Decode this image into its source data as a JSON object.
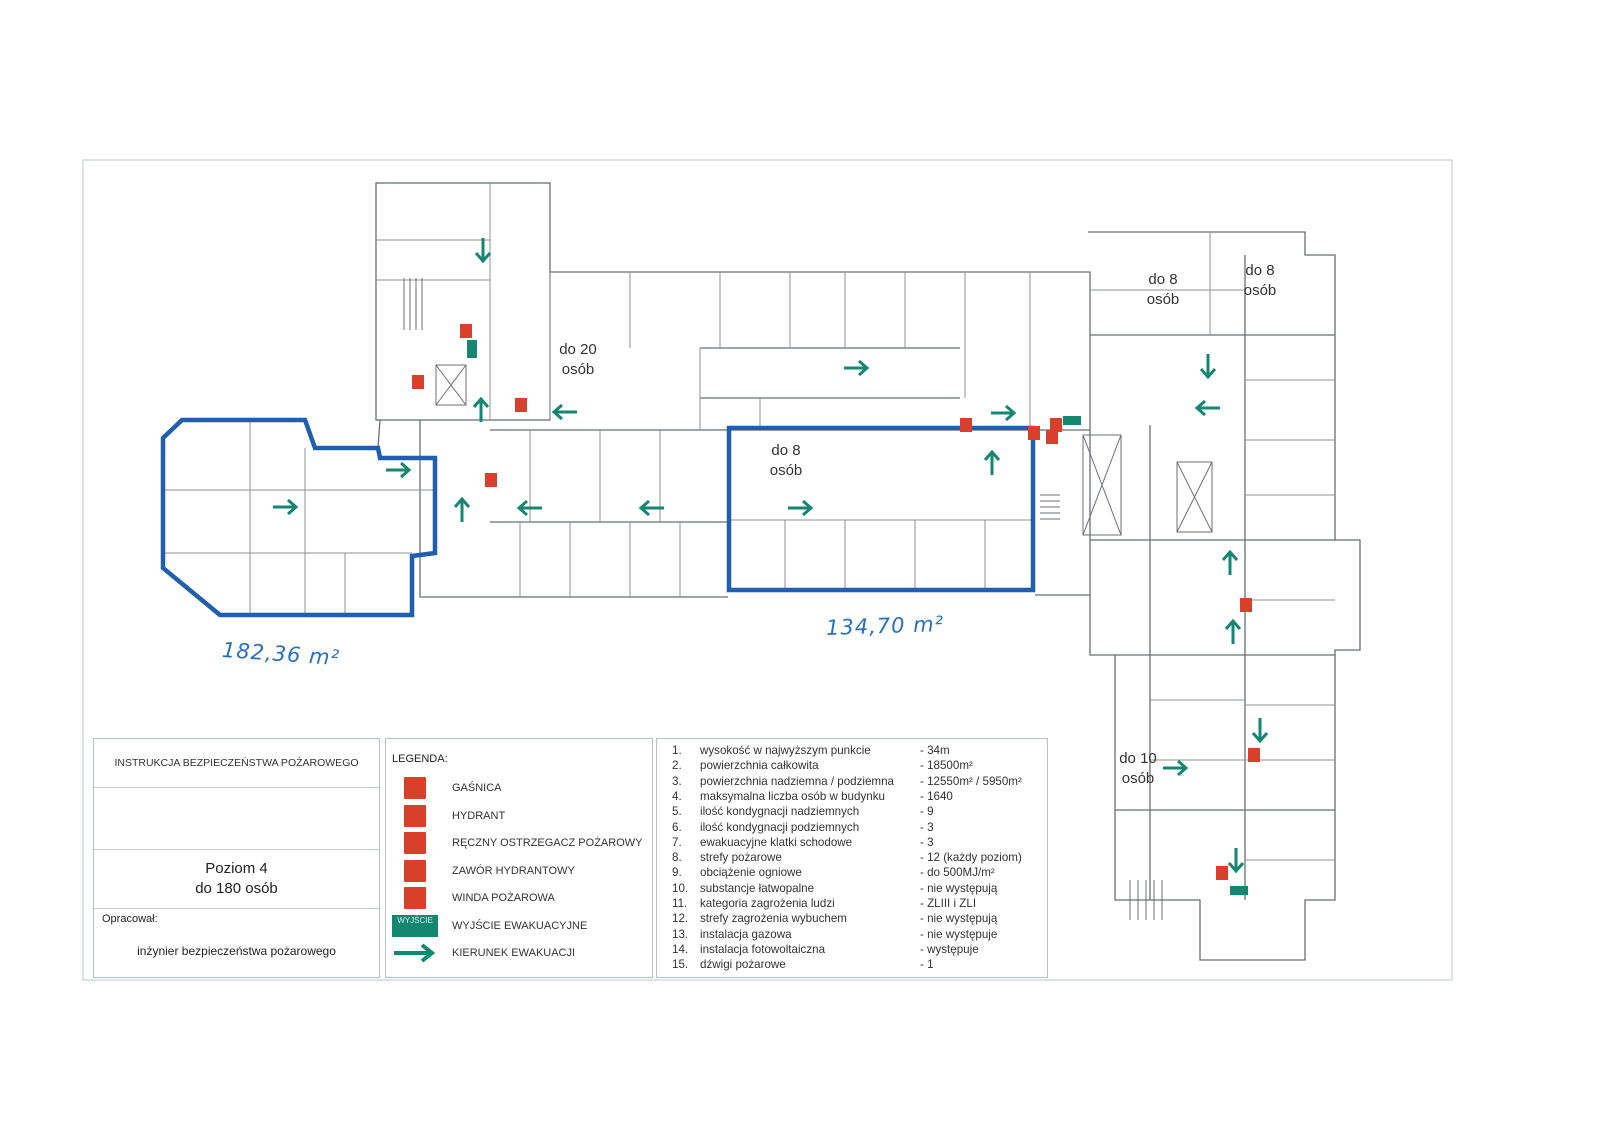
{
  "plan": {
    "zone_labels": {
      "z20": "do 20\nosób",
      "z8_top_left": "do 8\nosób",
      "z8_top_right": "do 8\nosób",
      "z8_center": "do 8\nosób",
      "z10": "do 10\nosób"
    },
    "areas": {
      "left_area": "182,36 m²",
      "center_area": "134,70 m²"
    },
    "colors": {
      "highlight": "#1f5fae",
      "arrow": "#15866f",
      "fire_equipment": "#d8402c",
      "area_text": "#2a6fc0"
    }
  },
  "title_block": {
    "heading": "INSTRUKCJA BEZPIECZEŃSTWA POŻAROWEGO",
    "level": "Poziom 4",
    "capacity": "do 180 osób",
    "prepared_label": "Opracował:",
    "prepared_by": "inżynier bezpieczeństwa pożarowego"
  },
  "legend": {
    "title": "LEGENDA:",
    "items": [
      {
        "icon": "fire-extinguisher-icon",
        "label": "GAŚNICA"
      },
      {
        "icon": "hydrant-icon",
        "label": "HYDRANT"
      },
      {
        "icon": "manual-call-point-icon",
        "label": "RĘCZNY OSTRZEGACZ POŻAROWY"
      },
      {
        "icon": "hydrant-valve-icon",
        "label": "ZAWÓR HYDRANTOWY"
      },
      {
        "icon": "fire-lift-icon",
        "label": "WINDA POŻAROWA"
      },
      {
        "icon": "exit-sign-icon",
        "label": "WYJŚCIE EWAKUACYJNE",
        "sign_text": "WYJŚCIE"
      },
      {
        "icon": "arrow-icon",
        "label": "KIERUNEK EWAKUACJI"
      }
    ]
  },
  "facts": [
    {
      "n": "1.",
      "name": "wysokość w najwyższym punkcie",
      "value": "- 34m"
    },
    {
      "n": "2.",
      "name": "powierzchnia całkowita",
      "value": "- 18500m²"
    },
    {
      "n": "3.",
      "name": "powierzchnia nadziemna / podziemna",
      "value": "- 12550m² / 5950m²"
    },
    {
      "n": "4.",
      "name": "maksymalna liczba osób w budynku",
      "value": "- 1640"
    },
    {
      "n": "5.",
      "name": "ilość kondygnacji nadziemnych",
      "value": "- 9"
    },
    {
      "n": "6.",
      "name": "ilość kondygnacji podziemnych",
      "value": "- 3"
    },
    {
      "n": "7.",
      "name": "ewakuacyjne klatki schodowe",
      "value": "- 3"
    },
    {
      "n": "8.",
      "name": "strefy pożarowe",
      "value": "- 12 (każdy poziom)"
    },
    {
      "n": "9.",
      "name": "obciążenie ogniowe",
      "value": "- do 500MJ/m²"
    },
    {
      "n": "10.",
      "name": "substancje łatwopalne",
      "value": "- nie występują"
    },
    {
      "n": "11.",
      "name": "kategoria zagrożenia ludzi",
      "value": "- ZLIII i ZLI"
    },
    {
      "n": "12.",
      "name": "strefy zagrożenia wybuchem",
      "value": "- nie występują"
    },
    {
      "n": "13.",
      "name": "instalacja gazowa",
      "value": "- nie występuje"
    },
    {
      "n": "14.",
      "name": "instalacja fotowoltaiczna",
      "value": "- występuje"
    },
    {
      "n": "15.",
      "name": "dźwigi pożarowe",
      "value": "- 1"
    }
  ]
}
